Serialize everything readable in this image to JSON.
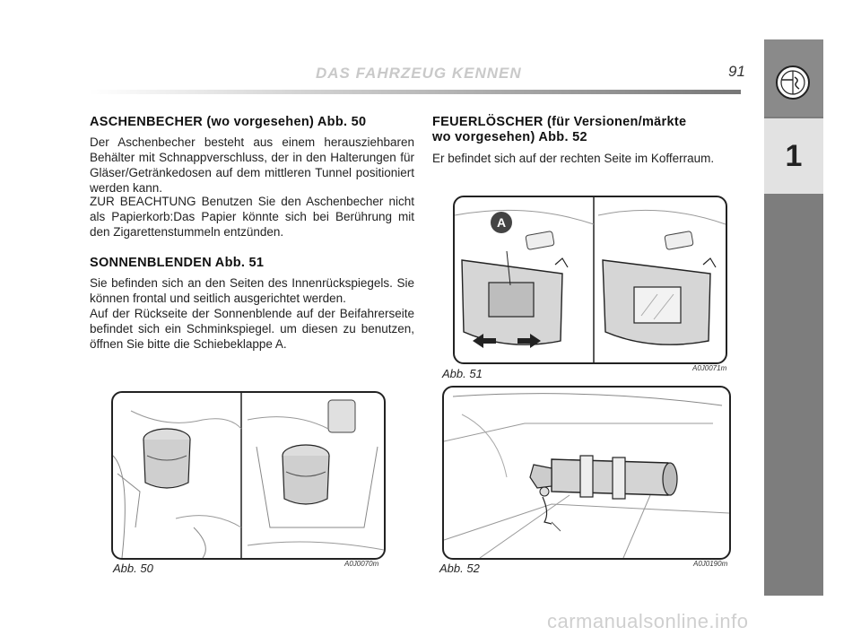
{
  "header": {
    "title": "DAS FAHRZEUG KENNEN",
    "page_number": "91"
  },
  "side_tab": {
    "chapter": "1"
  },
  "left_column": {
    "section1_heading": "ASCHENBECHER (wo vorgesehen) Abb. 50",
    "section1_para1": "Der Aschenbecher besteht aus einem herausziehbaren Behälter mit Schnappverschluss, der in den Halterungen für Gläser/Getränkedosen auf dem mittleren Tunnel positioniert werden kann.",
    "section1_para2": "ZUR BEACHTUNG Benutzen Sie den Aschenbecher nicht als Papierkorb:Das Papier könnte sich bei Berührung mit den Zigarettenstummeln entzünden.",
    "section2_heading": "SONNENBLENDEN Abb. 51",
    "section2_para1": "Sie befinden sich an den Seiten des Innenrückspiegels. Sie können frontal und seitlich ausgerichtet werden.",
    "section2_para2": "Auf der Rückseite der Sonnenblende auf der Beifahrerseite befindet sich ein Schminkspiegel. um diesen zu benutzen, öffnen Sie bitte die Schiebeklappe A."
  },
  "right_column": {
    "section3_heading_line1": "FEUERLÖSCHER (für Versionen/märkte",
    "section3_heading_line2": "wo vorgesehen) Abb. 52",
    "section3_para1": "Er befindet sich auf der rechten Seite im Kofferraum."
  },
  "figures": {
    "fig50": {
      "caption": "Abb. 50",
      "code": "A0J0070m"
    },
    "fig51": {
      "caption": "Abb. 51",
      "code": "A0J0071m",
      "label": "A"
    },
    "fig52": {
      "caption": "Abb. 52",
      "code": "A0J0190m"
    }
  },
  "watermark": "carmanualsonline.info"
}
